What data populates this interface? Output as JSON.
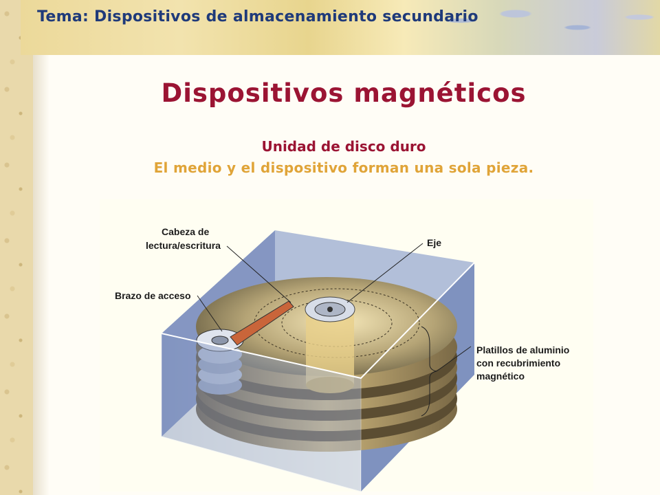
{
  "header": {
    "topic": "Tema: Dispositivos de almacenamiento secundario"
  },
  "slide": {
    "title": "Dispositivos magnéticos",
    "subtitle": "Unidad de disco duro",
    "description": "El medio y el dispositivo forman una sola pieza."
  },
  "figure": {
    "labels": {
      "head_line1": "Cabeza de",
      "head_line2": "lectura/escritura",
      "arm": "Brazo de acceso",
      "spindle": "Eje",
      "platters_line1": "Platillos de aluminio",
      "platters_line2": "con recubrimiento",
      "platters_line3": "magnético"
    }
  },
  "colors": {
    "title": "#9b1433",
    "topic": "#1f3a7a",
    "description": "#e0a438",
    "case": "#8ea0c8"
  }
}
